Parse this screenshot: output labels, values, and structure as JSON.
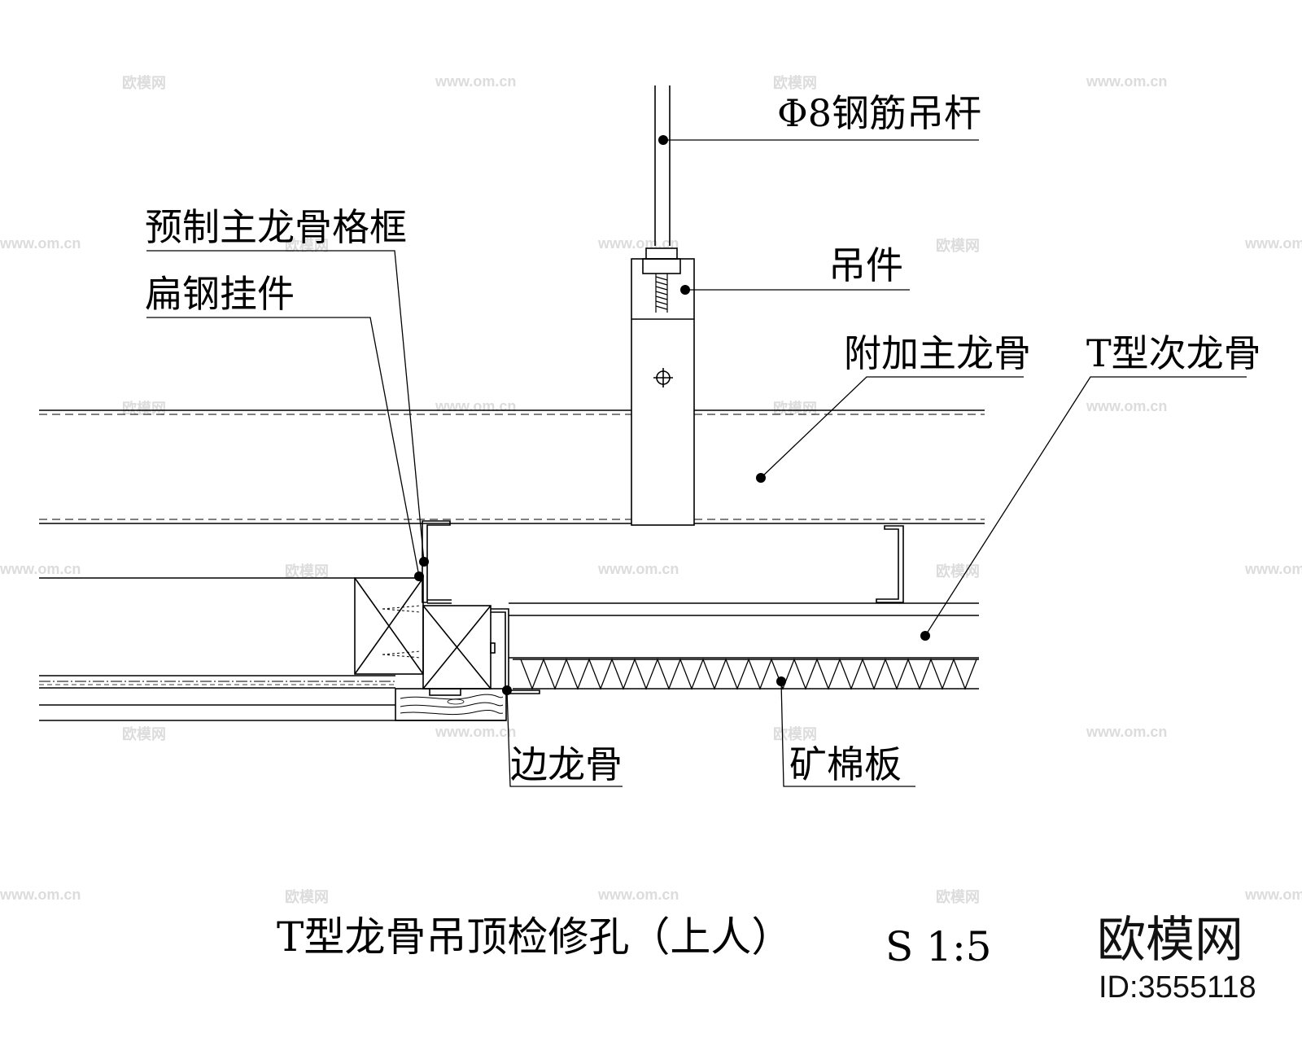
{
  "title": "T型龙骨吊顶检修孔（上人）",
  "scale": "S 1:5",
  "labels": {
    "rod": "Φ8钢筋吊杆",
    "hanger": "吊件",
    "prefab_frame": "预制主龙骨格框",
    "flat_steel": "扁钢挂件",
    "extra_main": "附加主龙骨",
    "t_secondary": "T型次龙骨",
    "edge_keel": "边龙骨",
    "mineral_board": "矿棉板"
  },
  "watermark": {
    "brand": "欧模网",
    "url": "www.om.cn",
    "id": "ID:3555118"
  },
  "colors": {
    "line": "#000000",
    "watermark": "#d9d9d9"
  }
}
